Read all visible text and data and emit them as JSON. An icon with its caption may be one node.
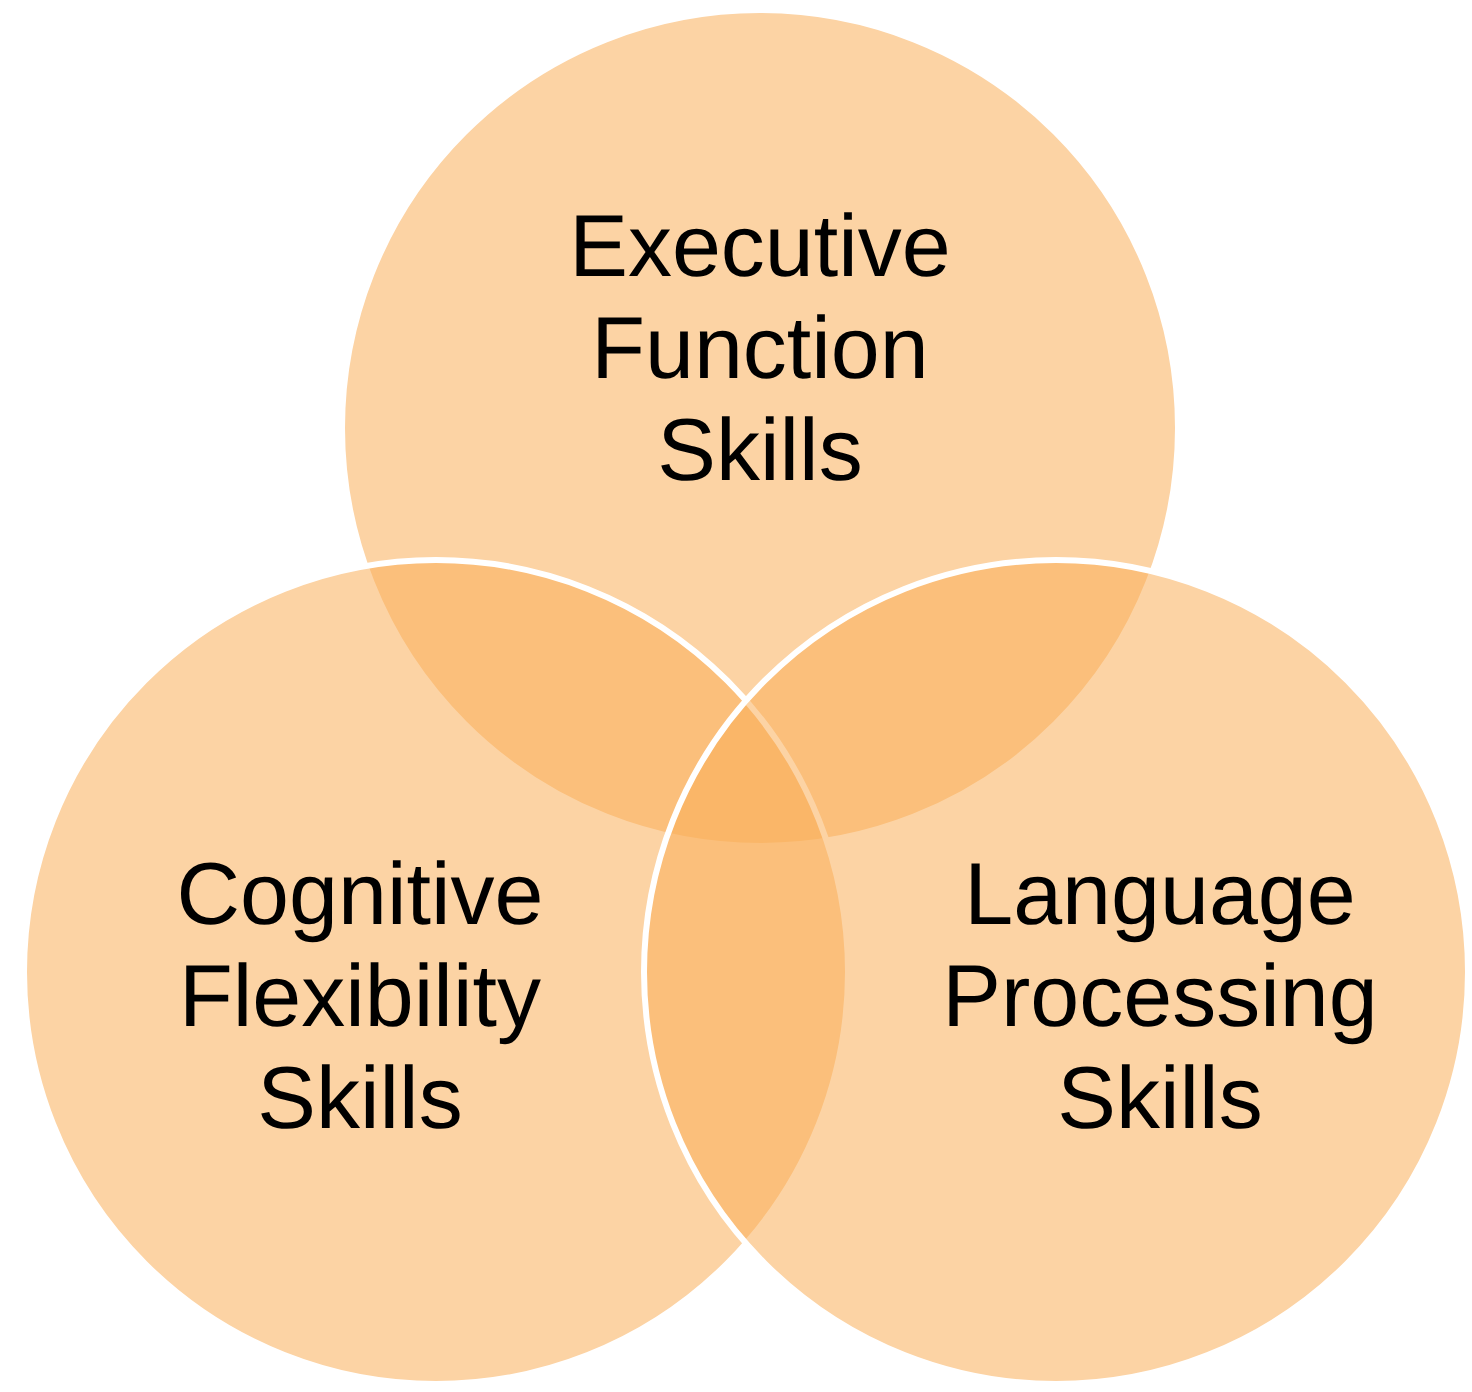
{
  "diagram": {
    "nodes": [
      {
        "text": [
          "Executive Function Skills"
        ]
      },
      {
        "text": [
          "Cognitive Flexibility Skills"
        ]
      },
      {
        "text": [
          "Language Processing Skills"
        ]
      }
    ]
  }
}
